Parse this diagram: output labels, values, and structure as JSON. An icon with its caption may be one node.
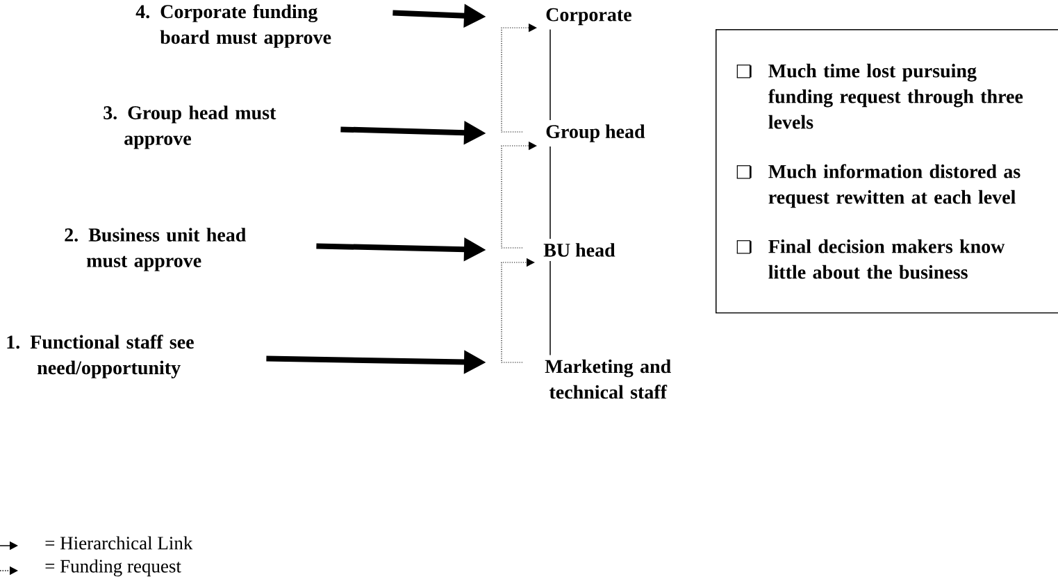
{
  "diagram": {
    "nodes": [
      {
        "text": [
          "4. Corporate funding board must approve"
        ]
      },
      {
        "text": [
          "3. Group head must approve"
        ]
      },
      {
        "text": [
          "2. Business unit head must approve"
        ]
      },
      {
        "text": [
          "1.  Functional staff see need/opportunity"
        ]
      },
      {
        "text": [
          "Corporate"
        ]
      },
      {
        "text": [
          "Group head"
        ]
      },
      {
        "text": [
          "BU head"
        ]
      },
      {
        "text": [
          "Marketing and technical staff"
        ]
      },
      {
        "text": [
          "Much time lost pursuing funding request through three levels",
          "Much information distored as request rewitten at each level",
          "Final decision makers know little about the business"
        ]
      }
    ],
    "edges": [
      {
        "from": 0,
        "to": 4,
        "arrow": "to",
        "style": "thick"
      },
      {
        "from": 1,
        "to": 5,
        "arrow": "to",
        "style": "thick"
      },
      {
        "from": 2,
        "to": 6,
        "arrow": "to",
        "style": "thick"
      },
      {
        "from": 3,
        "to": 7,
        "arrow": "to",
        "style": "thick"
      },
      {
        "from": 4,
        "to": 5,
        "arrow": "none"
      },
      {
        "from": 5,
        "to": 6,
        "arrow": "none"
      },
      {
        "from": 6,
        "to": 7,
        "arrow": "none"
      },
      {
        "from": 5,
        "to": 4,
        "arrow": "to",
        "style": "dashed"
      },
      {
        "from": 6,
        "to": 5,
        "arrow": "to",
        "style": "dashed"
      },
      {
        "from": 7,
        "to": 6,
        "arrow": "to",
        "style": "dashed"
      }
    ],
    "legend": [
      {
        "text": "= Hierarchical Link"
      },
      {
        "text": "= Funding request"
      }
    ]
  }
}
